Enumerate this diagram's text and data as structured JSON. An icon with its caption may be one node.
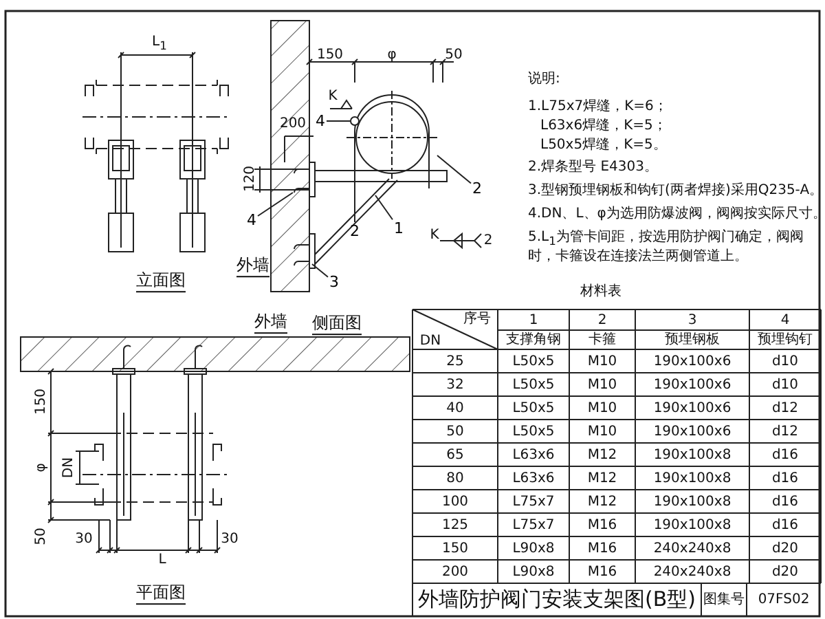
{
  "diagram": {
    "title": "外墙防护阀门安装支架图(B型)",
    "nodes": [
      {
        "text": [
          "4"
        ]
      },
      {
        "text": [
          "4"
        ]
      },
      {
        "text": [
          "3"
        ]
      },
      {
        "text": [
          "2"
        ]
      },
      {
        "text": [
          "1"
        ]
      },
      {
        "text": [
          "2"
        ]
      }
    ],
    "edges": [
      {
        "from": 0,
        "to": null,
        "arrow": "other"
      },
      {
        "from": 1,
        "to": null,
        "arrow": "none"
      },
      {
        "from": 2,
        "to": null,
        "arrow": "none"
      },
      {
        "from": 3,
        "to": null,
        "arrow": "none"
      },
      {
        "from": 4,
        "to": null,
        "arrow": "none"
      },
      {
        "from": 5,
        "to": null,
        "arrow": "none"
      }
    ],
    "labels": [
      "L$_{1}$",
      "立面图",
      "150",
      "φ",
      "50",
      "200",
      "120",
      "K",
      "K",
      "2",
      "外墙",
      "外墙",
      "侧面图",
      "150",
      "φ",
      "DN",
      "50",
      "30",
      "30",
      "L",
      "平面图",
      "说明:",
      "1.L75x7焊缝，K=6；",
      "L63x6焊缝，K=5；",
      "L50x5焊缝，K=5。",
      "2.焊条型号 E4303。",
      "3.型钢预埋钢板和钩钉(两者焊接)采用Q235-A。",
      "4.DN、L、φ为选用防爆波阀，阀阀按实际尺寸。",
      "5.L$_{1}$为管卡间距，按选用防护阀门确定，阀阀时，卡箍设在连接法兰两侧管道上。",
      "材料表",
      "序号",
      "1",
      "2",
      "3",
      "4",
      "DN",
      "支撑角钢",
      "卡箍",
      "预埋钢板",
      "预埋钩钉",
      "25",
      "L50x5",
      "M10",
      "190x100x6",
      "d10",
      "32",
      "L50x5",
      "M10",
      "190x100x6",
      "d10",
      "40",
      "L50x5",
      "M10",
      "190x100x6",
      "d12",
      "50",
      "L50x5",
      "M10",
      "190x100x6",
      "d12",
      "65",
      "L63x6",
      "M12",
      "190x100x8",
      "d16",
      "80",
      "L63x6",
      "M12",
      "190x100x8",
      "d16",
      "100",
      "L75x7",
      "M12",
      "190x100x8",
      "d16",
      "125",
      "L75x7",
      "M16",
      "190x100x8",
      "d16",
      "150",
      "L90x8",
      "M16",
      "240x240x8",
      "d20",
      "200",
      "L90x8",
      "M16",
      "240x240x8",
      "d20",
      "图集号",
      "07FS02"
    ]
  }
}
